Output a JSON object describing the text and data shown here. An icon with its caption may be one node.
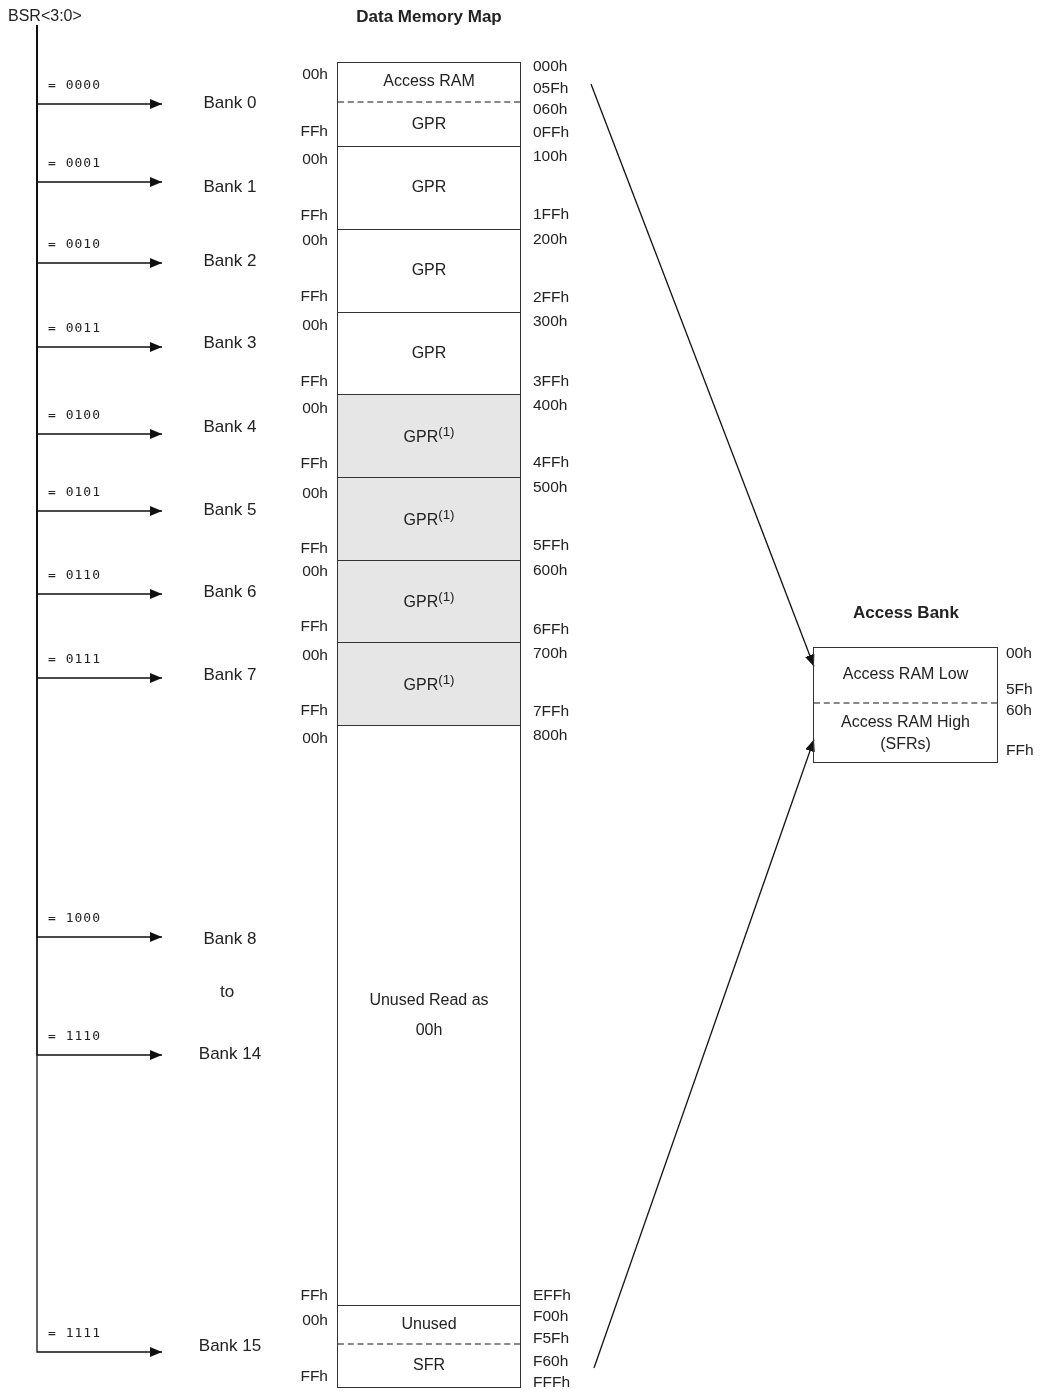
{
  "diagram": {
    "nodes": [
      {
        "text": [
          "BSR<3:0>"
        ]
      },
      {
        "text": [
          "Bank 0"
        ]
      },
      {
        "text": [
          "Bank 1"
        ]
      },
      {
        "text": [
          "Bank 2"
        ]
      },
      {
        "text": [
          "Bank 3"
        ]
      },
      {
        "text": [
          "Bank 4"
        ]
      },
      {
        "text": [
          "Bank 5"
        ]
      },
      {
        "text": [
          "Bank 6"
        ]
      },
      {
        "text": [
          "Bank 7"
        ]
      },
      {
        "text": [
          "Bank 8"
        ]
      },
      {
        "text": [
          "Bank 14"
        ]
      },
      {
        "text": [
          "Bank 15"
        ]
      },
      {
        "text": [
          "Data Memory Map"
        ]
      },
      {
        "text": [
          "Access RAM"
        ],
        "in": 12
      },
      {
        "text": [
          "GPR"
        ],
        "in": 12
      },
      {
        "text": [
          "GPR"
        ],
        "in": 12
      },
      {
        "text": [
          "GPR"
        ],
        "in": 12
      },
      {
        "text": [
          "GPR"
        ],
        "in": 12
      },
      {
        "text": [
          "GPR$^{(1)}$"
        ],
        "in": 12
      },
      {
        "text": [
          "GPR$^{(1)}$"
        ],
        "in": 12
      },
      {
        "text": [
          "GPR$^{(1)}$"
        ],
        "in": 12
      },
      {
        "text": [
          "GPR$^{(1)}$"
        ],
        "in": 12
      },
      {
        "text": [
          "Unused Read as 00h"
        ],
        "in": 12
      },
      {
        "text": [
          "Unused"
        ],
        "in": 12
      },
      {
        "text": [
          "SFR"
        ],
        "in": 12
      },
      {
        "text": [
          "Access Bank"
        ]
      },
      {
        "text": [
          "Access RAM Low"
        ],
        "in": 25
      },
      {
        "text": [
          "Access RAM High (SFRs)"
        ],
        "in": 25
      }
    ],
    "edges": [
      {
        "from": 0,
        "to": 1,
        "arrow": "to",
        "label": "= 0000"
      },
      {
        "from": 0,
        "to": 2,
        "arrow": "to",
        "label": "= 0001"
      },
      {
        "from": 0,
        "to": 3,
        "arrow": "to",
        "label": "= 0010"
      },
      {
        "from": 0,
        "to": 4,
        "arrow": "to",
        "label": "= 0011"
      },
      {
        "from": 0,
        "to": 5,
        "arrow": "to",
        "label": "= 0100"
      },
      {
        "from": 0,
        "to": 6,
        "arrow": "to",
        "label": "= 0101"
      },
      {
        "from": 0,
        "to": 7,
        "arrow": "to",
        "label": "= 0110"
      },
      {
        "from": 0,
        "to": 8,
        "arrow": "to",
        "label": "= 0111"
      },
      {
        "from": 0,
        "to": 9,
        "arrow": "to",
        "label": "= 1000"
      },
      {
        "from": 0,
        "to": 10,
        "arrow": "to",
        "label": "= 1110"
      },
      {
        "from": 0,
        "to": 11,
        "arrow": "to",
        "label": "= 1111"
      },
      {
        "from": null,
        "to": 26,
        "arrow": "to"
      },
      {
        "from": null,
        "to": 27,
        "arrow": "to"
      }
    ],
    "labels": [
      "00h",
      "FFh",
      "00h",
      "FFh",
      "00h",
      "FFh",
      "00h",
      "FFh",
      "00h",
      "FFh",
      "00h",
      "FFh",
      "00h",
      "FFh",
      "00h",
      "FFh",
      "00h",
      "FFh",
      "00h",
      "FFh",
      "000h",
      "05Fh",
      "060h",
      "0FFh",
      "100h",
      "1FFh",
      "200h",
      "2FFh",
      "300h",
      "3FFh",
      "400h",
      "4FFh",
      "500h",
      "5FFh",
      "600h",
      "6FFh",
      "700h",
      "7FFh",
      "800h",
      "EFFh",
      "F00h",
      "F5Fh",
      "F60h",
      "FFFh",
      "to",
      "00h",
      "5Fh",
      "60h",
      "FFh"
    ]
  }
}
